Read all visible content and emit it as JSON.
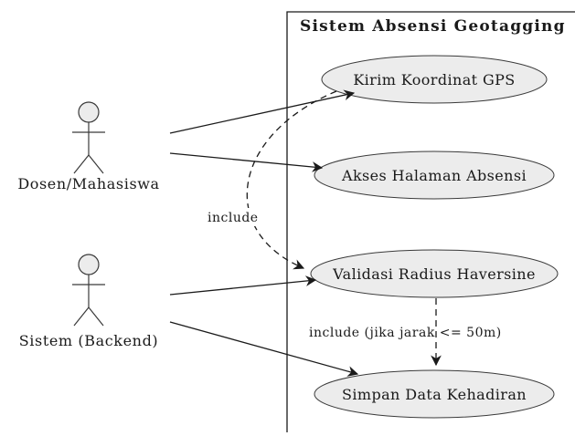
{
  "system": {
    "title": "Sistem Absensi Geotagging"
  },
  "actors": [
    {
      "name": "Dosen/Mahasiswa"
    },
    {
      "name": "Sistem (Backend)"
    }
  ],
  "use_cases": [
    {
      "label": "Kirim Koordinat GPS"
    },
    {
      "label": "Akses Halaman Absensi"
    },
    {
      "label": "Validasi Radius Haversine"
    },
    {
      "label": "Simpan Data Kehadiran"
    }
  ],
  "relations": {
    "include_label": "include",
    "include_conditional_label": "include (jika jarak <= 50m)"
  },
  "colors": {
    "usecase_fill": "#ececec",
    "line": "#1a1a1a"
  }
}
